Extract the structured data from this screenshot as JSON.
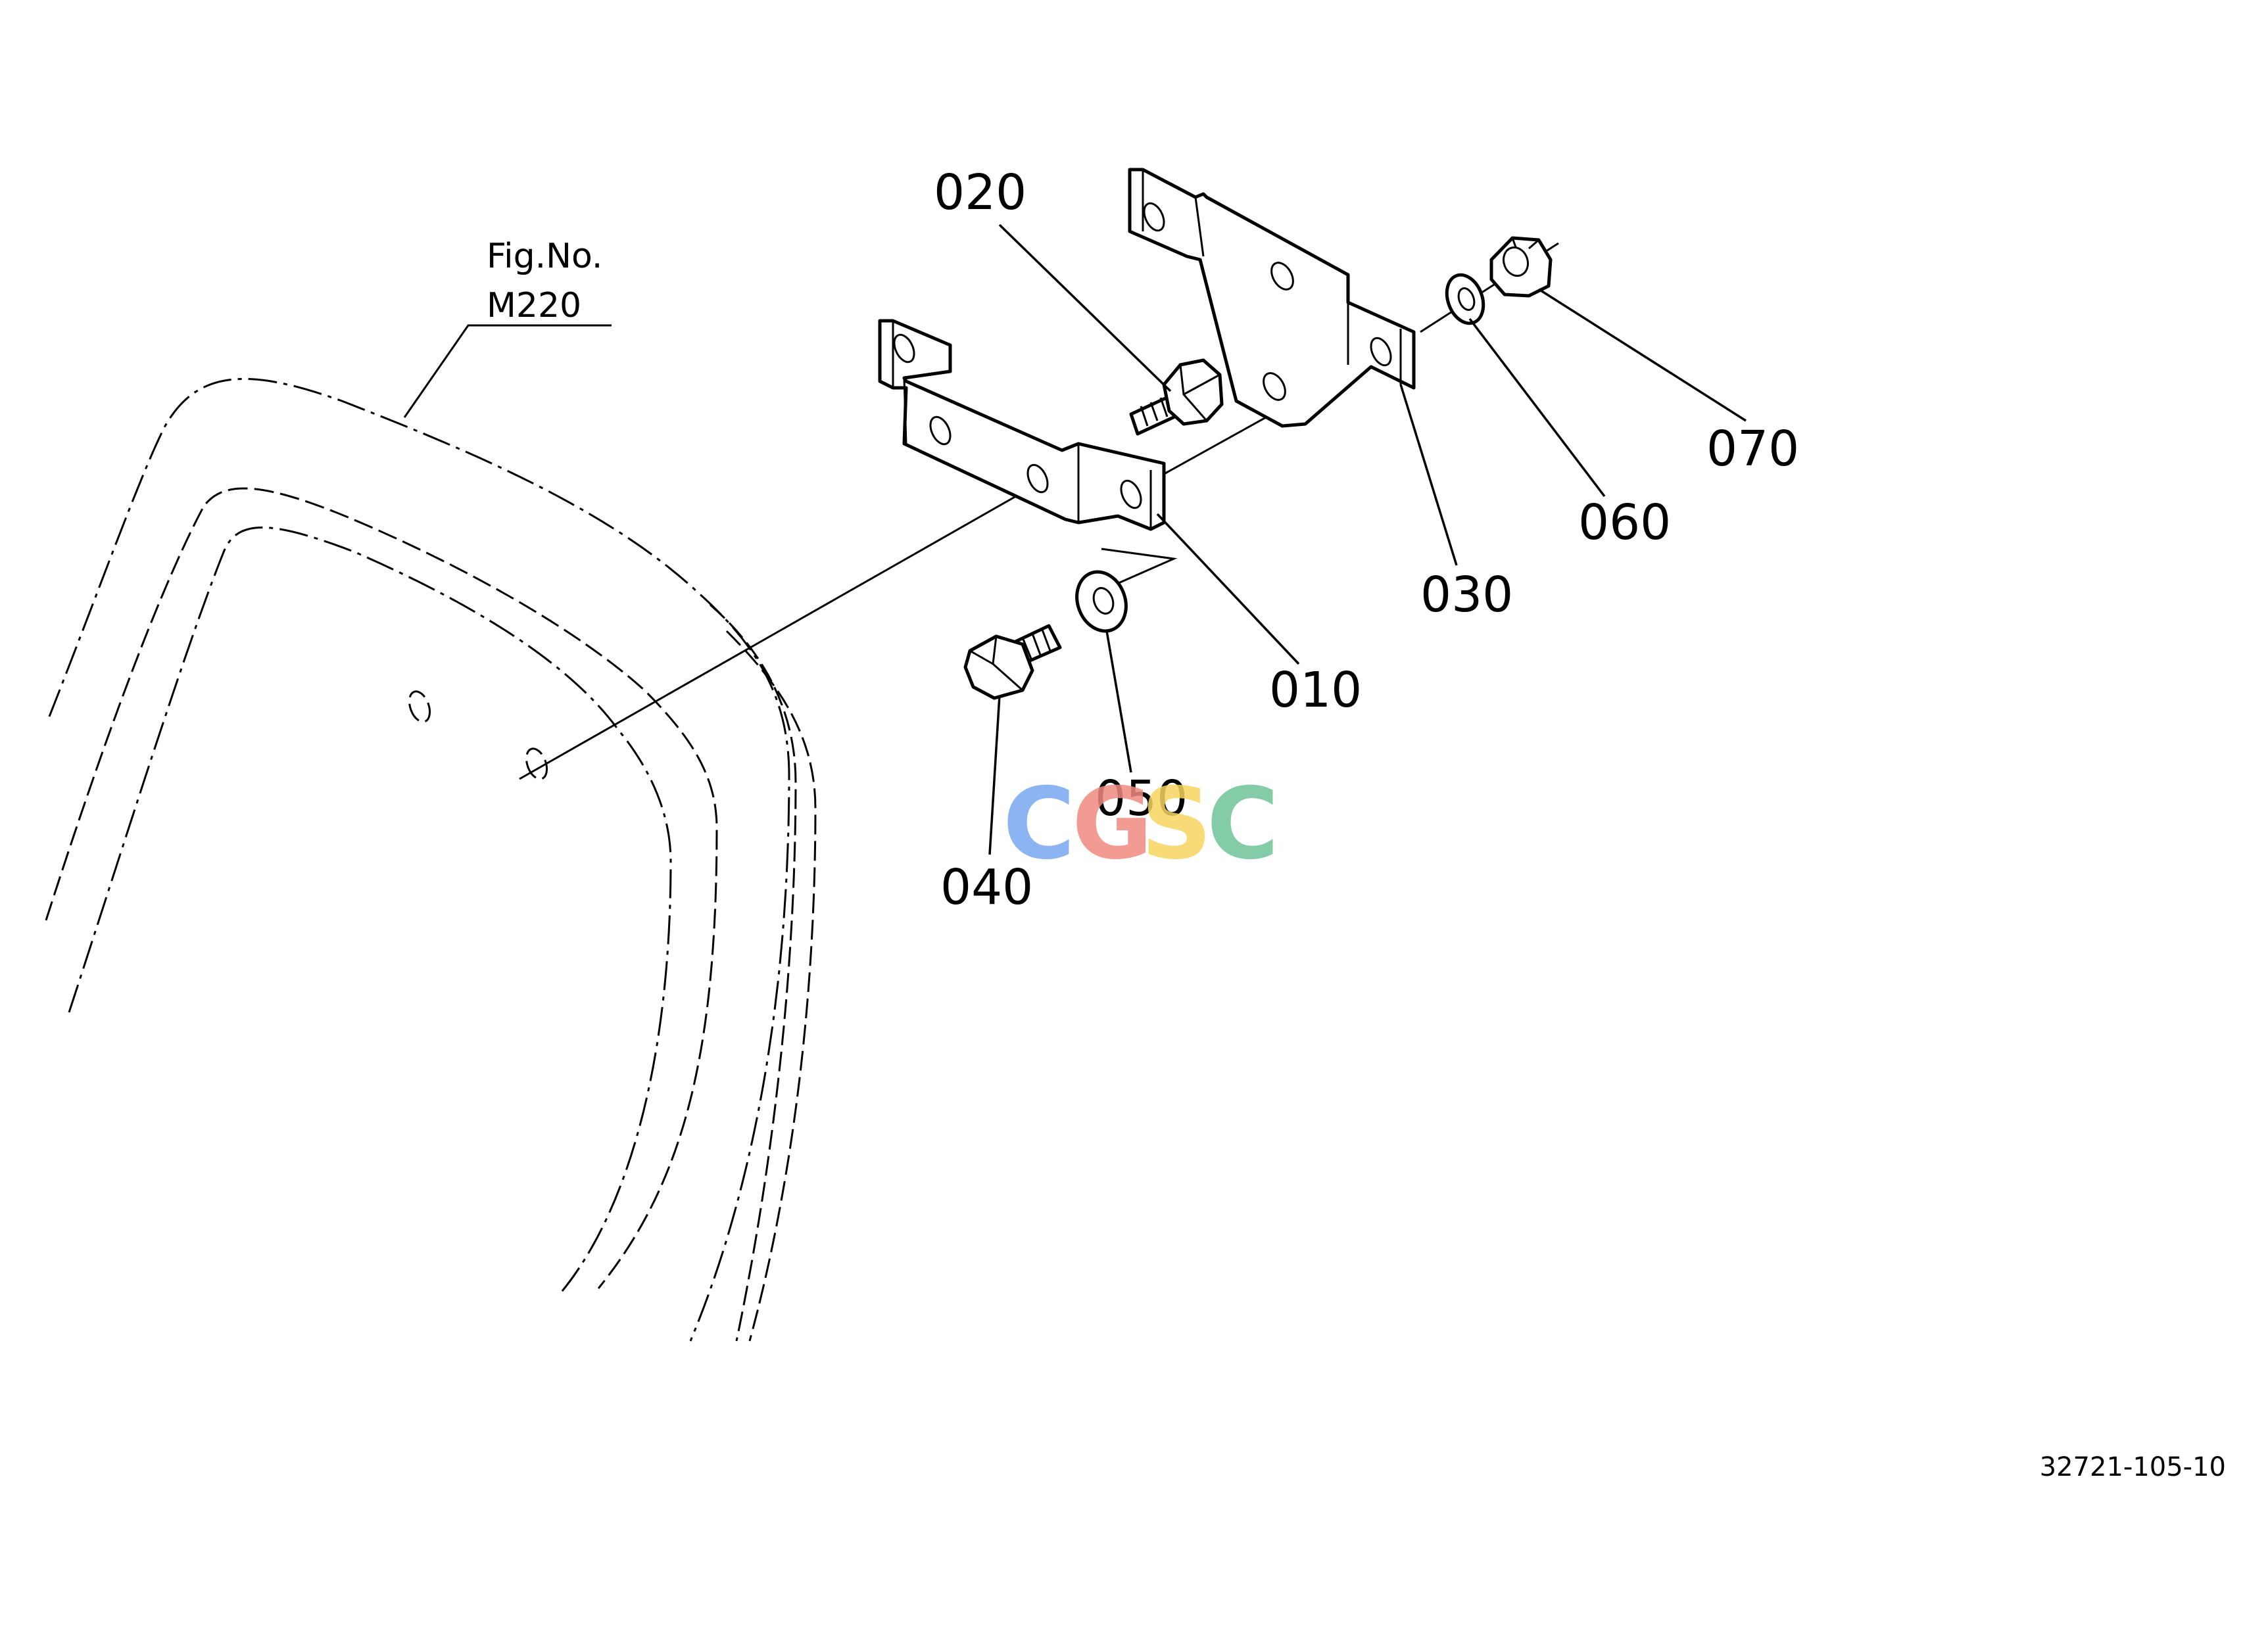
{
  "figure_reference": {
    "line1": "Fig.No.",
    "line2": "M220"
  },
  "parts": [
    {
      "id": "010",
      "label": "010"
    },
    {
      "id": "020",
      "label": "020"
    },
    {
      "id": "030",
      "label": "030"
    },
    {
      "id": "040",
      "label": "040"
    },
    {
      "id": "050",
      "label": "050"
    },
    {
      "id": "060",
      "label": "060"
    },
    {
      "id": "070",
      "label": "070"
    }
  ],
  "drawing_number": "32721-105-10",
  "watermark": {
    "letters": [
      "C",
      "G",
      "S",
      "C"
    ],
    "colors": [
      "#7aa7f0",
      "#f08a80",
      "#f7d460",
      "#6fc29a"
    ]
  }
}
